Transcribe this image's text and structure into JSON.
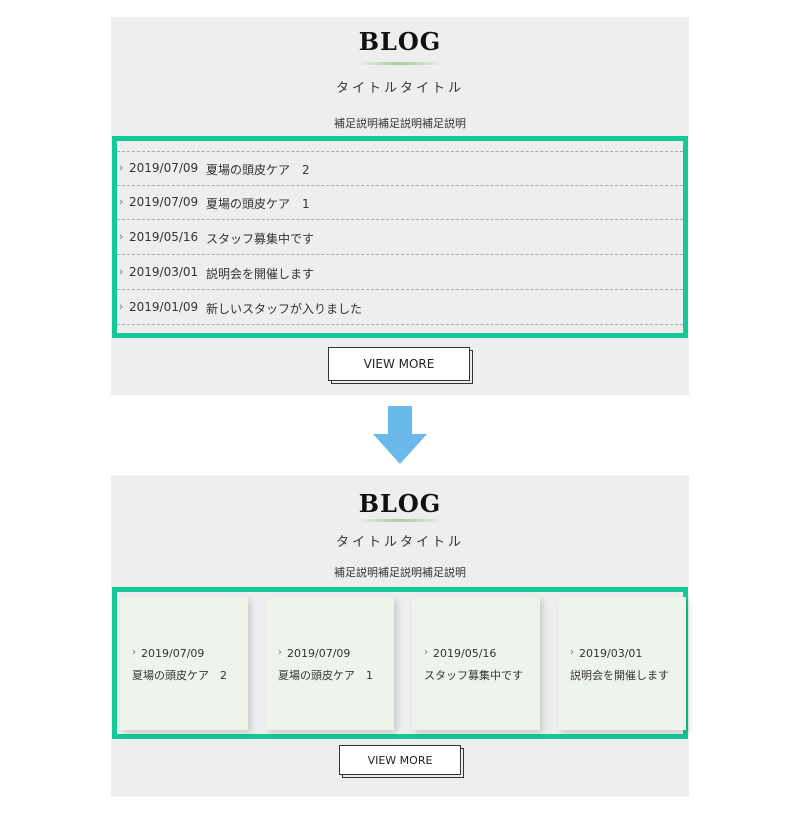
{
  "before": {
    "blog_title": "BLOG",
    "subtitle": "タイトルタイトル",
    "description": "補足説明補足説明補足説明",
    "posts": [
      {
        "date": "2019/07/09",
        "title": "夏場の頭皮ケア　2"
      },
      {
        "date": "2019/07/09",
        "title": "夏場の頭皮ケア　1"
      },
      {
        "date": "2019/05/16",
        "title": "スタッフ募集中です"
      },
      {
        "date": "2019/03/01",
        "title": "説明会を開催します"
      },
      {
        "date": "2019/01/09",
        "title": "新しいスタッフが入りました"
      }
    ],
    "view_more_label": "VIEW MORE"
  },
  "after": {
    "blog_title": "BLOG",
    "subtitle": "タイトルタイトル",
    "description": "補足説明補足説明補足説明",
    "cards": [
      {
        "date": "2019/07/09",
        "title": "夏場の頭皮ケア　2"
      },
      {
        "date": "2019/07/09",
        "title": "夏場の頭皮ケア　1"
      },
      {
        "date": "2019/05/16",
        "title": "スタッフ募集中です"
      },
      {
        "date": "2019/03/01",
        "title": "説明会を開催します"
      }
    ],
    "view_more_label": "VIEW MORE"
  },
  "icons": {
    "chevron": "chevron-right-icon",
    "arrow": "arrow-down-icon"
  },
  "colors": {
    "highlight_border": "#13c996",
    "panel_bg": "#eeeeee",
    "card_bg": "#eef3ec",
    "arrow": "#6bb8ea"
  }
}
